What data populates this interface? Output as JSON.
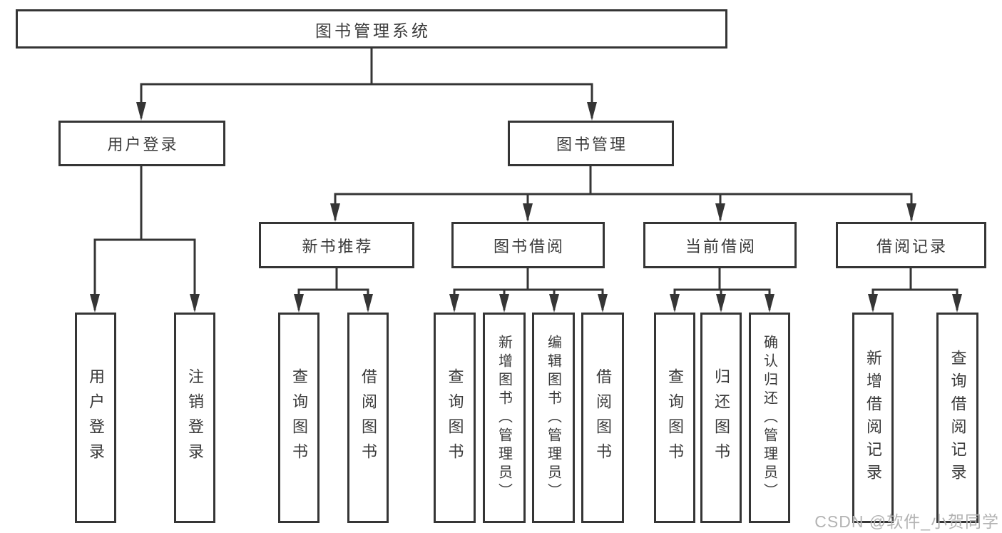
{
  "diagram": {
    "type": "hierarchy-tree",
    "title": "图书管理系统",
    "nodes": [
      {
        "id": "root",
        "label": "图书管理系统",
        "parent": null,
        "level": 1
      },
      {
        "id": "user-login",
        "label": "用户登录",
        "parent": "root",
        "level": 2
      },
      {
        "id": "book-management",
        "label": "图书管理",
        "parent": "root",
        "level": 2
      },
      {
        "id": "new-book-recommend",
        "label": "新书推荐",
        "parent": "book-management",
        "level": 3
      },
      {
        "id": "book-borrowing",
        "label": "图书借阅",
        "parent": "book-management",
        "level": 3
      },
      {
        "id": "current-borrowing",
        "label": "当前借阅",
        "parent": "book-management",
        "level": 3
      },
      {
        "id": "borrowing-records",
        "label": "借阅记录",
        "parent": "book-management",
        "level": 3
      },
      {
        "id": "leaf-user-login",
        "label": "用户登录",
        "parent": "user-login",
        "level": 4
      },
      {
        "id": "leaf-logout",
        "label": "注销登录",
        "parent": "user-login",
        "level": 4
      },
      {
        "id": "leaf-query-book-1",
        "label": "查询图书",
        "parent": "new-book-recommend",
        "level": 4
      },
      {
        "id": "leaf-borrow-book-1",
        "label": "借阅图书",
        "parent": "new-book-recommend",
        "level": 4
      },
      {
        "id": "leaf-query-book-2",
        "label": "查询图书",
        "parent": "book-borrowing",
        "level": 4
      },
      {
        "id": "leaf-add-book",
        "label": "新增图书（管理员）",
        "parent": "book-borrowing",
        "level": 4
      },
      {
        "id": "leaf-edit-book",
        "label": "编辑图书（管理员）",
        "parent": "book-borrowing",
        "level": 4
      },
      {
        "id": "leaf-borrow-book-2",
        "label": "借阅图书",
        "parent": "book-borrowing",
        "level": 4
      },
      {
        "id": "leaf-query-book-3",
        "label": "查询图书",
        "parent": "current-borrowing",
        "level": 4
      },
      {
        "id": "leaf-return-book",
        "label": "归还图书",
        "parent": "current-borrowing",
        "level": 4
      },
      {
        "id": "leaf-confirm-return",
        "label": "确认归还（管理员）",
        "parent": "current-borrowing",
        "level": 4
      },
      {
        "id": "leaf-add-borrow-record",
        "label": "新增借阅记录",
        "parent": "borrowing-records",
        "level": 4
      },
      {
        "id": "leaf-query-borrow-record",
        "label": "查询借阅记录",
        "parent": "borrowing-records",
        "level": 4
      }
    ]
  },
  "watermark": {
    "text": "CSDN @软件_小贺同学"
  },
  "colors": {
    "line": "#353535",
    "box_border": "#353535",
    "text": "#3a3a3a",
    "watermark": "#b3b3b3",
    "background": "#ffffff"
  }
}
